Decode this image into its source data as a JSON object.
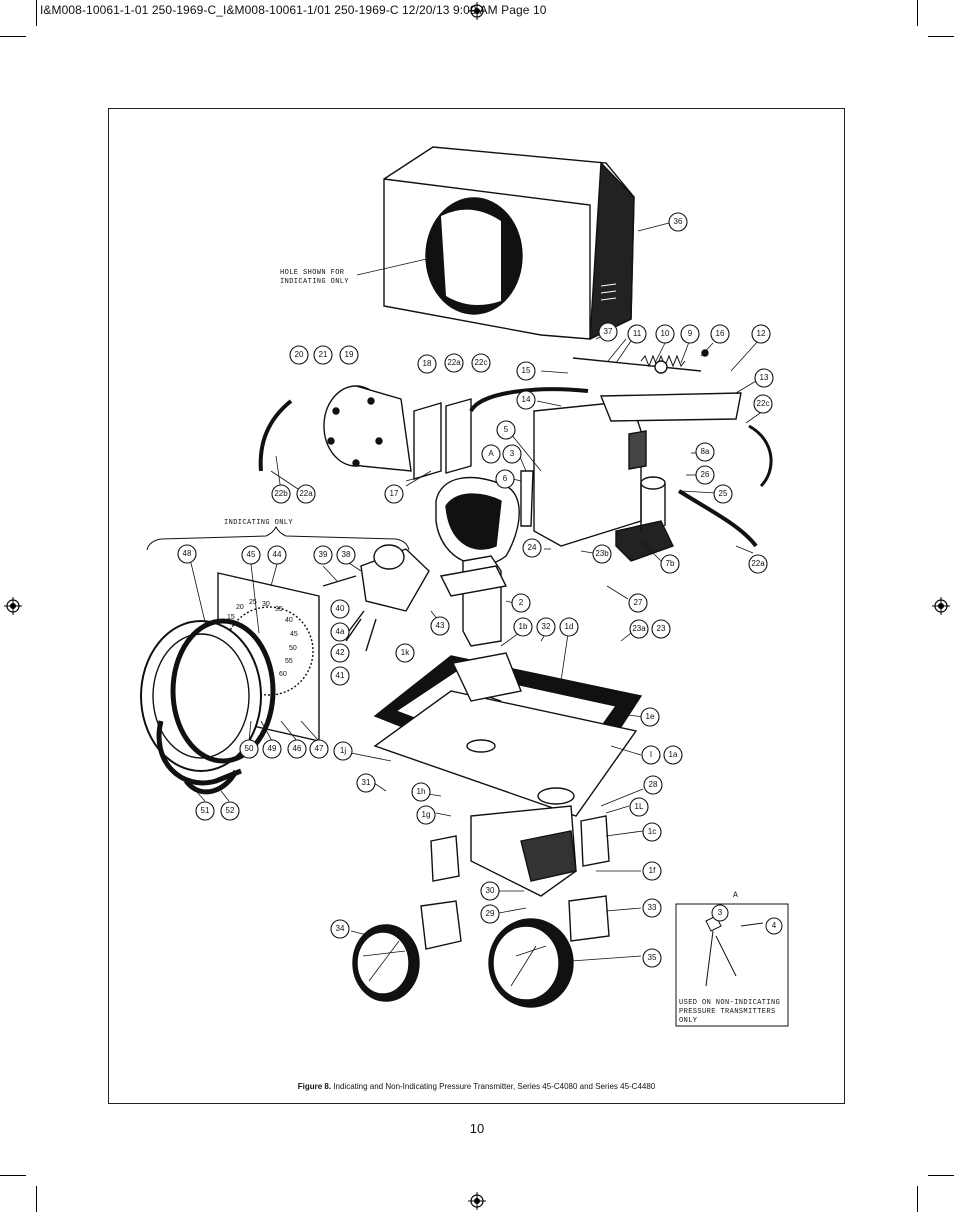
{
  "header": {
    "slug": "I&M008-10061-1-01 250-1969-C_I&M008-10061-1/01 250-1969-C  12/20/13  9:09 AM  Page 10"
  },
  "figure": {
    "caption_label": "Figure 8.",
    "caption_text": " Indicating and Non-Indicating Pressure Transmitter, Series 45-C4080 and Series 45-C4480",
    "notes": {
      "hole": [
        "HOLE SHOWN FOR",
        "INDICATING ONLY"
      ],
      "indicating_only": "INDICATING ONLY",
      "inset_title": "A",
      "inset_note": [
        "USED ON NON-INDICATING",
        "PRESSURE TRANSMITTERS",
        "ONLY"
      ]
    },
    "callouts": [
      "36",
      "37",
      "11",
      "10",
      "9",
      "16",
      "12",
      "13",
      "22c",
      "15",
      "18",
      "22a",
      "22c",
      "20",
      "21",
      "19",
      "14",
      "5",
      "A",
      "3",
      "8a",
      "26",
      "6",
      "25",
      "22b",
      "22a",
      "17",
      "24",
      "23b",
      "7b",
      "22a",
      "48",
      "45",
      "44",
      "39",
      "38",
      "27",
      "40",
      "4a",
      "42",
      "41",
      "2",
      "43",
      "1k",
      "1b",
      "32",
      "1d",
      "23a",
      "23",
      "1e",
      "1j",
      "I",
      "1a",
      "31",
      "28",
      "1h",
      "1g",
      "1L",
      "1c",
      "1f",
      "50",
      "49",
      "46",
      "47",
      "51",
      "52",
      "30",
      "29",
      "33",
      "34",
      "35",
      "3",
      "4"
    ],
    "dial_numbers": [
      "15",
      "20",
      "25",
      "30",
      "35",
      "40",
      "45",
      "50",
      "55",
      "60"
    ]
  },
  "page": {
    "number": "10"
  }
}
